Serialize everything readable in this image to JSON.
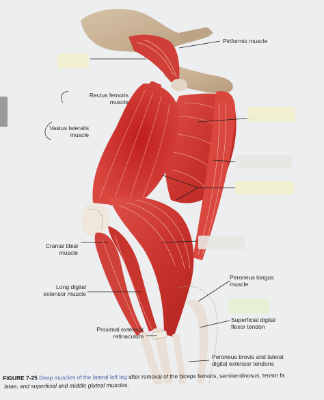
{
  "labels": {
    "piriformis": "Piriformis muscle",
    "rectus_femoris": "Rectus femoris\nmuscle",
    "vastus_lateralis": "Vastus lateralis\nmuscle",
    "cranial_tibial": "Cranial tibial\nmuscle",
    "long_digital_extensor": "Long digital\nextensor muscle",
    "proximal_extensor_retinaculum": "Proximal extensor\nretinaculum",
    "peroneus_longus": "Peroneus longus\nmuscle",
    "superficial_digital_flexor": "Superficial digital\nflexor tendon",
    "peroneus_brevis": "Peroneus brevis and lateral\ndigital extensor tendons"
  },
  "caption": {
    "figure_number": "FIGURE 7-25",
    "part1": "Deep muscles of the",
    "part2": "lateral left leg",
    "part3": "after removal of the biceps femoris, semitendinosus, tensor fa",
    "line2": "latae, and superficial and middle gluteal muscles."
  },
  "colors": {
    "muscle": "#cf3b34",
    "muscle_dark": "#a8201e",
    "bone": "#c6ad8f",
    "tendon": "#e9dfd6",
    "highlight_blank": "#f2f0cc",
    "caption_accent": "#4e62a8"
  }
}
